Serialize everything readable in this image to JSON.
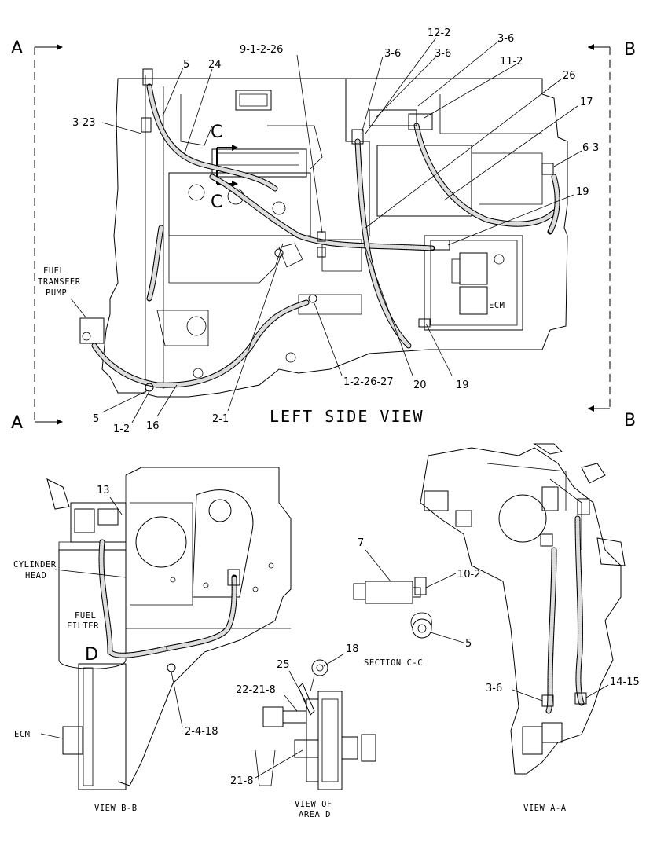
{
  "section_marks": {
    "top_left": "A",
    "bottom_left": "A",
    "top_right": "B",
    "bottom_right": "B",
    "section_c_top": "C",
    "section_c_bottom": "C",
    "area_d": "D"
  },
  "captions": {
    "left_side_view": "LEFT SIDE VIEW",
    "view_b_b": "VIEW B-B",
    "view_of_area_d_line1": "VIEW OF",
    "view_of_area_d_line2": "AREA D",
    "section_c_c": "SECTION C-C",
    "view_a_a": "VIEW A-A"
  },
  "component_labels": {
    "fuel_transfer_pump": [
      "FUEL",
      "TRANSFER",
      "PUMP"
    ],
    "ecm_main": "ECM",
    "cylinder_head": [
      "CYLINDER",
      "HEAD"
    ],
    "fuel_filter": [
      "FUEL",
      "FILTER"
    ],
    "ecm_view_bb": "ECM"
  },
  "callouts": {
    "left_side_view": [
      "9-1-2-26",
      "12-2",
      "3-6",
      "3-6",
      "3-6",
      "11-2",
      "26",
      "17",
      "6-3",
      "19",
      "5",
      "24",
      "3-23",
      "1-2-26-27",
      "20",
      "19",
      "5",
      "1-2",
      "16",
      "2-1"
    ],
    "view_b_b": [
      "13",
      "2-4-18"
    ],
    "section_c_c": [
      "7",
      "10-2",
      "5"
    ],
    "area_d": [
      "18",
      "25",
      "22-21-8",
      "21-8"
    ],
    "view_a_a": [
      "3-6",
      "14-15"
    ]
  }
}
